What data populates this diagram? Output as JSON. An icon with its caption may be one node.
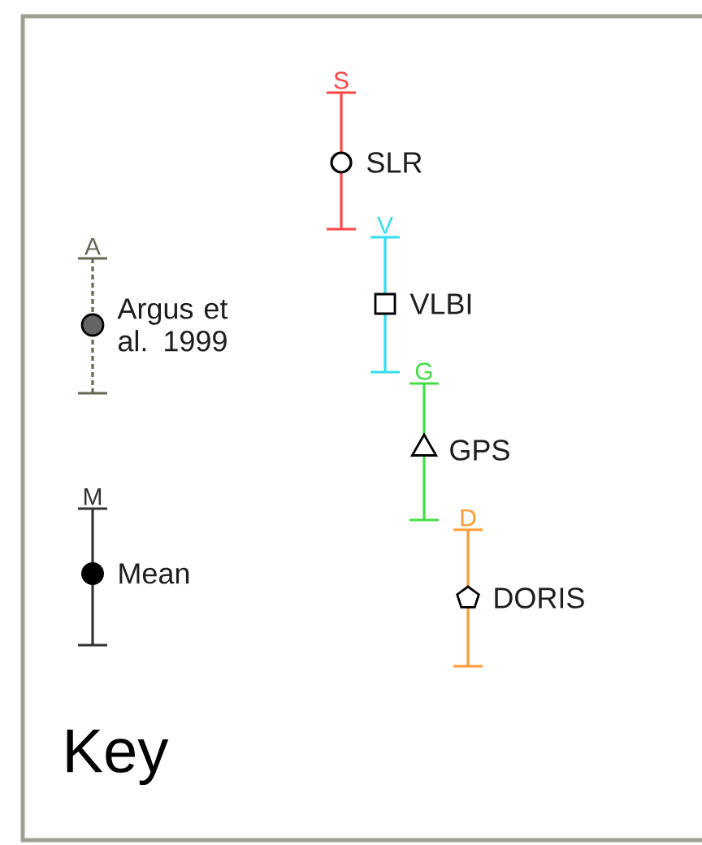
{
  "diagram": {
    "title": "Key",
    "labels": [
      "S",
      "V",
      "G",
      "D",
      "A",
      "M"
    ],
    "legend": [
      {
        "text": "SLR"
      },
      {
        "text": "VLBI"
      },
      {
        "text": "GPS"
      },
      {
        "text": "DORIS"
      },
      {
        "text": "Argus et al. 1999"
      },
      {
        "text": "Mean"
      }
    ]
  }
}
